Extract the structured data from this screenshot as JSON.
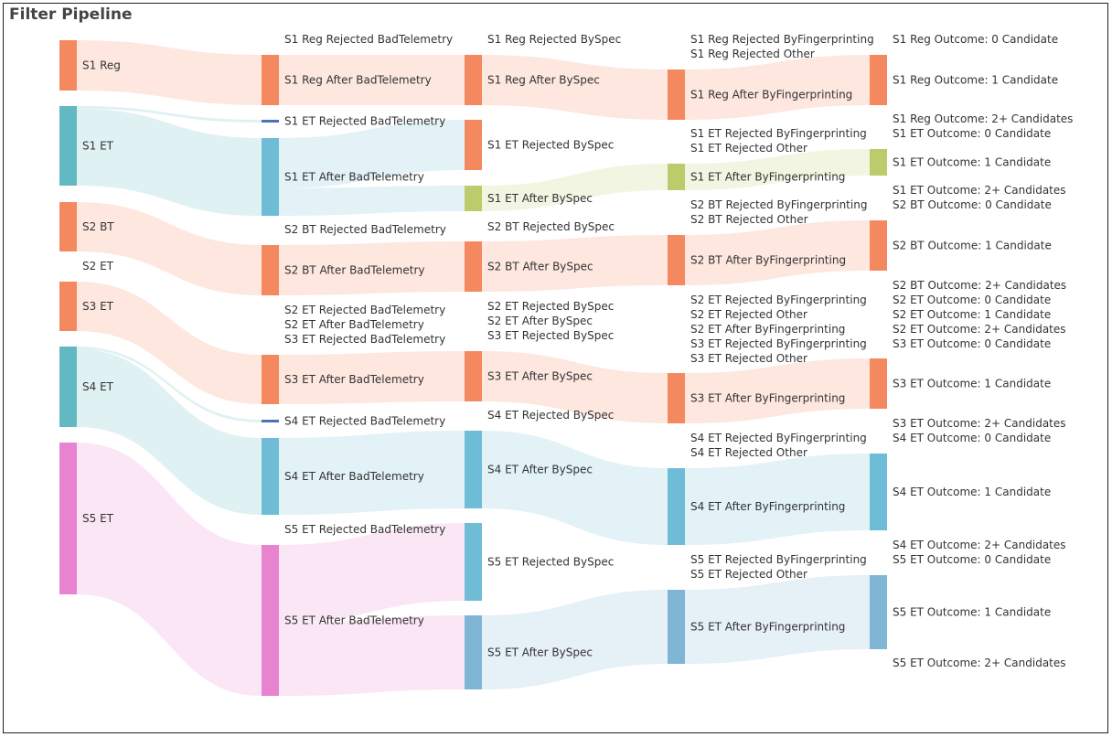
{
  "title": "Filter Pipeline",
  "chart_data": {
    "type": "sankey",
    "title": "Filter Pipeline",
    "colors": {
      "orange": "#f4895f",
      "teal": "#63b9c1",
      "lightblue": "#6fbcd6",
      "darkblue": "#4d72b8",
      "green": "#bccb6b",
      "pink": "#e883cf",
      "steel": "#7fb6d6"
    },
    "nodes": [
      {
        "id": "s1reg",
        "label": "S1 Reg",
        "color": "#f4895f"
      },
      {
        "id": "s1et",
        "label": "S1 ET",
        "color": "#63b9c1"
      },
      {
        "id": "s2bt",
        "label": "S2 BT",
        "color": "#f4895f"
      },
      {
        "id": "s2et",
        "label": "S2 ET",
        "color": "#f4895f"
      },
      {
        "id": "s3et",
        "label": "S3 ET",
        "color": "#f4895f"
      },
      {
        "id": "s4et",
        "label": "S4 ET",
        "color": "#63b9c1"
      },
      {
        "id": "s5et",
        "label": "S5 ET",
        "color": "#e883cf"
      },
      {
        "id": "s1reg_rbt",
        "label": "S1 Reg Rejected BadTelemetry",
        "color": "#f4895f"
      },
      {
        "id": "s1reg_abt",
        "label": "S1 Reg After BadTelemetry",
        "color": "#f4895f"
      },
      {
        "id": "s1et_rbt",
        "label": "S1 ET Rejected BadTelemetry",
        "color": "#4d72b8"
      },
      {
        "id": "s1et_abt",
        "label": "S1 ET After BadTelemetry",
        "color": "#6fbcd6"
      },
      {
        "id": "s2bt_rbt",
        "label": "S2 BT Rejected BadTelemetry",
        "color": "#f4895f"
      },
      {
        "id": "s2bt_abt",
        "label": "S2 BT After BadTelemetry",
        "color": "#f4895f"
      },
      {
        "id": "s2et_rbt",
        "label": "S2 ET Rejected BadTelemetry",
        "color": "#f4895f"
      },
      {
        "id": "s2et_abt",
        "label": "S2 ET After BadTelemetry",
        "color": "#f4895f"
      },
      {
        "id": "s3et_rbt",
        "label": "S3 ET Rejected BadTelemetry",
        "color": "#f4895f"
      },
      {
        "id": "s3et_abt",
        "label": "S3 ET After BadTelemetry",
        "color": "#f4895f"
      },
      {
        "id": "s4et_rbt",
        "label": "S4 ET Rejected BadTelemetry",
        "color": "#4d72b8"
      },
      {
        "id": "s4et_abt",
        "label": "S4 ET After BadTelemetry",
        "color": "#6fbcd6"
      },
      {
        "id": "s5et_rbt",
        "label": "S5 ET Rejected BadTelemetry",
        "color": "#e883cf"
      },
      {
        "id": "s5et_abt",
        "label": "S5 ET After BadTelemetry",
        "color": "#e883cf"
      },
      {
        "id": "s1reg_rs",
        "label": "S1 Reg Rejected BySpec",
        "color": "#f4895f"
      },
      {
        "id": "s1reg_as",
        "label": "S1 Reg After BySpec",
        "color": "#f4895f"
      },
      {
        "id": "s1et_rs",
        "label": "S1 ET Rejected BySpec",
        "color": "#f4895f"
      },
      {
        "id": "s1et_as",
        "label": "S1 ET After BySpec",
        "color": "#bccb6b"
      },
      {
        "id": "s2bt_rs",
        "label": "S2 BT Rejected BySpec",
        "color": "#f4895f"
      },
      {
        "id": "s2bt_as",
        "label": "S2 BT After BySpec",
        "color": "#f4895f"
      },
      {
        "id": "s2et_rs",
        "label": "S2 ET Rejected BySpec",
        "color": "#f4895f"
      },
      {
        "id": "s2et_as",
        "label": "S2 ET After BySpec",
        "color": "#f4895f"
      },
      {
        "id": "s3et_rs",
        "label": "S3 ET Rejected BySpec",
        "color": "#f4895f"
      },
      {
        "id": "s3et_as",
        "label": "S3 ET After BySpec",
        "color": "#f4895f"
      },
      {
        "id": "s4et_rs",
        "label": "S4 ET Rejected BySpec",
        "color": "#6fbcd6"
      },
      {
        "id": "s4et_as",
        "label": "S4 ET After BySpec",
        "color": "#6fbcd6"
      },
      {
        "id": "s5et_rs",
        "label": "S5 ET Rejected BySpec",
        "color": "#6fbcd6"
      },
      {
        "id": "s5et_as",
        "label": "S5 ET After BySpec",
        "color": "#7fb6d6"
      },
      {
        "id": "s1reg_rf",
        "label": "S1 Reg Rejected ByFingerprinting",
        "color": "#f4895f"
      },
      {
        "id": "s1reg_ro",
        "label": "S1 Reg Rejected Other",
        "color": "#f4895f"
      },
      {
        "id": "s1reg_af",
        "label": "S1 Reg After ByFingerprinting",
        "color": "#f4895f"
      },
      {
        "id": "s1et_rf",
        "label": "S1 ET Rejected ByFingerprinting",
        "color": "#f4895f"
      },
      {
        "id": "s1et_ro",
        "label": "S1 ET Rejected Other",
        "color": "#f4895f"
      },
      {
        "id": "s1et_af",
        "label": "S1 ET After ByFingerprinting",
        "color": "#bccb6b"
      },
      {
        "id": "s2bt_rf",
        "label": "S2 BT Rejected ByFingerprinting",
        "color": "#f4895f"
      },
      {
        "id": "s2bt_ro",
        "label": "S2 BT Rejected Other",
        "color": "#f4895f"
      },
      {
        "id": "s2bt_af",
        "label": "S2 BT After ByFingerprinting",
        "color": "#f4895f"
      },
      {
        "id": "s2et_rf",
        "label": "S2 ET Rejected ByFingerprinting",
        "color": "#f4895f"
      },
      {
        "id": "s2et_ro",
        "label": "S2 ET Rejected Other",
        "color": "#f4895f"
      },
      {
        "id": "s2et_af",
        "label": "S2 ET After ByFingerprinting",
        "color": "#f4895f"
      },
      {
        "id": "s3et_rf",
        "label": "S3 ET Rejected ByFingerprinting",
        "color": "#f4895f"
      },
      {
        "id": "s3et_ro",
        "label": "S3 ET Rejected Other",
        "color": "#f4895f"
      },
      {
        "id": "s3et_af",
        "label": "S3 ET After ByFingerprinting",
        "color": "#f4895f"
      },
      {
        "id": "s4et_rf",
        "label": "S4 ET Rejected ByFingerprinting",
        "color": "#6fbcd6"
      },
      {
        "id": "s4et_ro",
        "label": "S4 ET Rejected Other",
        "color": "#6fbcd6"
      },
      {
        "id": "s4et_af",
        "label": "S4 ET After ByFingerprinting",
        "color": "#6fbcd6"
      },
      {
        "id": "s5et_rf",
        "label": "S5 ET Rejected ByFingerprinting",
        "color": "#7fb6d6"
      },
      {
        "id": "s5et_ro",
        "label": "S5 ET Rejected Other",
        "color": "#7fb6d6"
      },
      {
        "id": "s5et_af",
        "label": "S5 ET After ByFingerprinting",
        "color": "#7fb6d6"
      },
      {
        "id": "s1reg_o0",
        "label": "S1 Reg Outcome: 0 Candidate",
        "color": "#f4895f"
      },
      {
        "id": "s1reg_o1",
        "label": "S1 Reg Outcome: 1 Candidate",
        "color": "#f4895f"
      },
      {
        "id": "s1reg_o2",
        "label": "S1 Reg Outcome: 2+ Candidates",
        "color": "#f4895f"
      },
      {
        "id": "s1et_o0",
        "label": "S1 ET Outcome: 0 Candidate",
        "color": "#bccb6b"
      },
      {
        "id": "s1et_o1",
        "label": "S1 ET Outcome: 1 Candidate",
        "color": "#bccb6b"
      },
      {
        "id": "s1et_o2",
        "label": "S1 ET Outcome: 2+ Candidates",
        "color": "#bccb6b"
      },
      {
        "id": "s2bt_o0",
        "label": "S2 BT Outcome: 0 Candidate",
        "color": "#f4895f"
      },
      {
        "id": "s2bt_o1",
        "label": "S2 BT Outcome: 1 Candidate",
        "color": "#f4895f"
      },
      {
        "id": "s2bt_o2",
        "label": "S2 BT Outcome: 2+ Candidates",
        "color": "#f4895f"
      },
      {
        "id": "s2et_o0",
        "label": "S2 ET Outcome: 0 Candidate",
        "color": "#f4895f"
      },
      {
        "id": "s2et_o1",
        "label": "S2 ET Outcome: 1 Candidate",
        "color": "#f4895f"
      },
      {
        "id": "s2et_o2",
        "label": "S2 ET Outcome: 2+ Candidates",
        "color": "#f4895f"
      },
      {
        "id": "s3et_o0",
        "label": "S3 ET Outcome: 0 Candidate",
        "color": "#f4895f"
      },
      {
        "id": "s3et_o1",
        "label": "S3 ET Outcome: 1 Candidate",
        "color": "#f4895f"
      },
      {
        "id": "s3et_o2",
        "label": "S3 ET Outcome: 2+ Candidates",
        "color": "#f4895f"
      },
      {
        "id": "s4et_o0",
        "label": "S4 ET Outcome: 0 Candidate",
        "color": "#6fbcd6"
      },
      {
        "id": "s4et_o1",
        "label": "S4 ET Outcome: 1 Candidate",
        "color": "#6fbcd6"
      },
      {
        "id": "s4et_o2",
        "label": "S4 ET Outcome: 2+ Candidates",
        "color": "#6fbcd6"
      },
      {
        "id": "s5et_o0",
        "label": "S5 ET Outcome: 0 Candidate",
        "color": "#7fb6d6"
      },
      {
        "id": "s5et_o1",
        "label": "S5 ET Outcome: 1 Candidate",
        "color": "#7fb6d6"
      },
      {
        "id": "s5et_o2",
        "label": "S5 ET Outcome: 2+ Candidates",
        "color": "#7fb6d6"
      }
    ],
    "links": [
      {
        "source": "s1reg",
        "target": "s1reg_abt",
        "value": 10
      },
      {
        "source": "s1et",
        "target": "s1et_rbt",
        "value": 0.5
      },
      {
        "source": "s1et",
        "target": "s1et_abt",
        "value": 15.5
      },
      {
        "source": "s2bt",
        "target": "s2bt_abt",
        "value": 10
      },
      {
        "source": "s3et",
        "target": "s3et_abt",
        "value": 10
      },
      {
        "source": "s4et",
        "target": "s4et_rbt",
        "value": 0.5
      },
      {
        "source": "s4et",
        "target": "s4et_abt",
        "value": 15.5
      },
      {
        "source": "s5et",
        "target": "s5et_abt",
        "value": 30
      },
      {
        "source": "s1reg_abt",
        "target": "s1reg_as",
        "value": 10
      },
      {
        "source": "s1et_abt",
        "target": "s1et_rs",
        "value": 10
      },
      {
        "source": "s1et_abt",
        "target": "s1et_as",
        "value": 5.5
      },
      {
        "source": "s2bt_abt",
        "target": "s2bt_as",
        "value": 10
      },
      {
        "source": "s3et_abt",
        "target": "s3et_as",
        "value": 10
      },
      {
        "source": "s4et_abt",
        "target": "s4et_as",
        "value": 15.5
      },
      {
        "source": "s5et_abt",
        "target": "s5et_rs",
        "value": 15.5
      },
      {
        "source": "s5et_abt",
        "target": "s5et_as",
        "value": 14.5
      },
      {
        "source": "s1reg_as",
        "target": "s1reg_af",
        "value": 10
      },
      {
        "source": "s1et_as",
        "target": "s1et_af",
        "value": 5.5
      },
      {
        "source": "s2bt_as",
        "target": "s2bt_af",
        "value": 10
      },
      {
        "source": "s3et_as",
        "target": "s3et_af",
        "value": 10
      },
      {
        "source": "s4et_as",
        "target": "s4et_af",
        "value": 15.5
      },
      {
        "source": "s5et_as",
        "target": "s5et_af",
        "value": 14.5
      },
      {
        "source": "s1reg_af",
        "target": "s1reg_o1",
        "value": 10
      },
      {
        "source": "s1et_af",
        "target": "s1et_o1",
        "value": 5.5
      },
      {
        "source": "s2bt_af",
        "target": "s2bt_o1",
        "value": 10
      },
      {
        "source": "s3et_af",
        "target": "s3et_o1",
        "value": 10
      },
      {
        "source": "s4et_af",
        "target": "s4et_o1",
        "value": 15.5
      },
      {
        "source": "s5et_af",
        "target": "s5et_o1",
        "value": 14.5
      }
    ]
  }
}
